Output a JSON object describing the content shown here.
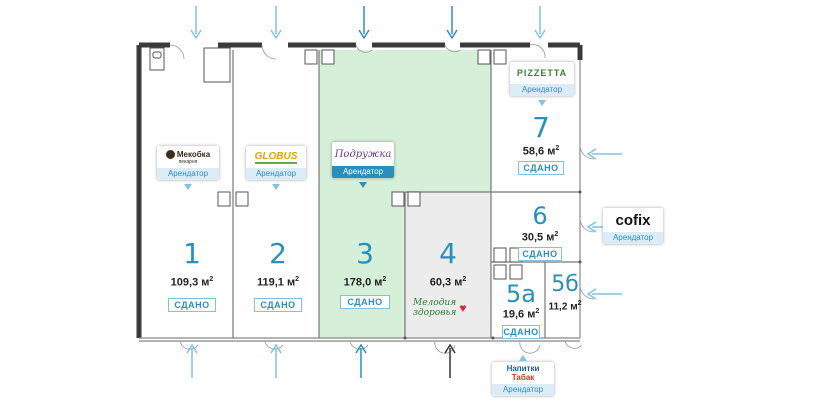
{
  "units": [
    {
      "num": "1",
      "area": "109,3",
      "status": "СДАНО"
    },
    {
      "num": "2",
      "area": "119,1",
      "status": "СДАНО"
    },
    {
      "num": "3",
      "area": "178,0",
      "status": "СДАНО"
    },
    {
      "num": "4",
      "area": "60,3",
      "status": ""
    },
    {
      "num": "5а",
      "area": "19,6",
      "status": "СДАНО"
    },
    {
      "num": "5б",
      "area": "11,2",
      "status": ""
    },
    {
      "num": "6",
      "area": "30,5",
      "status": "СДАНО"
    },
    {
      "num": "7",
      "area": "58,6",
      "status": "СДАНО"
    }
  ],
  "area_unit": "м",
  "tenant_label": "Арендатор",
  "logos": {
    "mekobka": {
      "line1": "Мекобка",
      "line2": "пекарня"
    },
    "globus": "GLOBUS",
    "podruzhka": "Подружка",
    "pizzetta": "PIZZETTA",
    "cofix": "cofix",
    "melodia": {
      "line1": "Мелодия",
      "line2": "здоровья"
    },
    "napitki": {
      "line1": "Напитки",
      "line2": "Табак"
    }
  },
  "colors": {
    "wall": "#3a3a3a",
    "accent": "#2a8fbd",
    "arrow_light": "#7fc3e0",
    "highlight_green": "#d6efd8",
    "highlight_gray": "#ececec"
  }
}
